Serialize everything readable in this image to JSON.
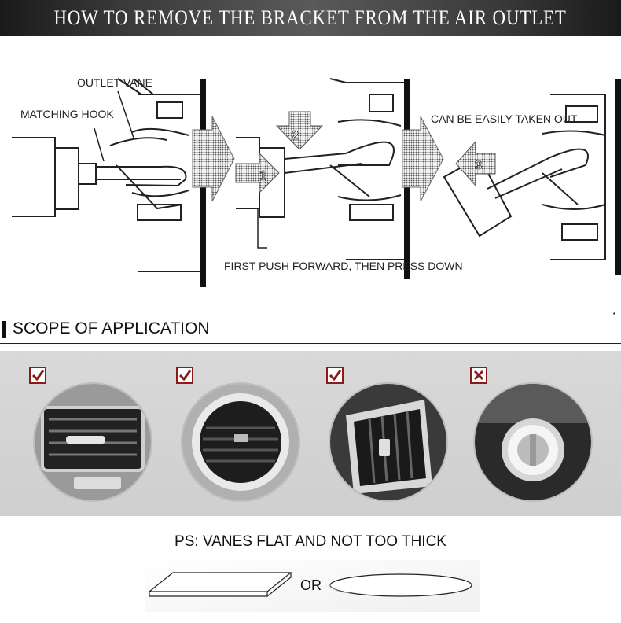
{
  "header": {
    "title": "HOW TO REMOVE THE BRACKET FROM THE AIR OUTLET"
  },
  "diagram": {
    "labels": {
      "outlet_vane": "OUTLET VANE",
      "matching_hook": "MATCHING HOOK",
      "taken_out": "CAN BE EASILY TAKEN OUT",
      "push_press": "FIRST PUSH FORWARD, THEN PRESS DOWN"
    },
    "steps": {
      "one": "1",
      "two": "2",
      "three": "3"
    }
  },
  "scope": {
    "title": "SCOPE OF APPLICATION",
    "items": [
      {
        "status": "suitable",
        "icon": "check-icon"
      },
      {
        "status": "suitable",
        "icon": "check-icon"
      },
      {
        "status": "suitable",
        "icon": "check-icon"
      },
      {
        "status": "not-suitable",
        "icon": "cross-icon"
      }
    ],
    "colors": {
      "mark": "#8b1a1a"
    }
  },
  "ps": {
    "text": "PS: VANES FLAT AND NOT TOO THICK",
    "or": "OR"
  }
}
